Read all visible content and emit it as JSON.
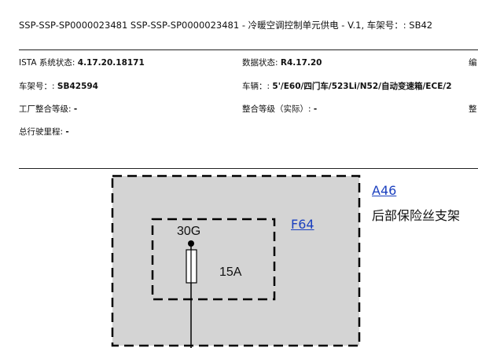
{
  "header": {
    "title": "SSP-SSP-SP0000023481 SSP-SSP-SP0000023481 - 冷暖空调控制单元供电 - V.1, 车架号：: SB42"
  },
  "info": {
    "row1": {
      "ista_label": "ISTA 系统状态: ",
      "ista_value": "4.17.20.18171",
      "data_label": "数据状态: ",
      "data_value": "R4.17.20",
      "col3_label": "编"
    },
    "row2": {
      "vin_label": "车架号：: ",
      "vin_value": "SB42594",
      "vehicle_label": "车辆：: ",
      "vehicle_value": "5'/E60/四门车/523Li/N52/自动变速箱/ECE/2"
    },
    "row3": {
      "factory_label": "工厂整合等级: ",
      "factory_value": "-",
      "actual_label": "整合等级（实际）: ",
      "actual_value": "-",
      "col3_label": "整"
    },
    "row4": {
      "mileage_label": "总行驶里程: ",
      "mileage_value": "-"
    }
  },
  "diagram": {
    "component_a46": {
      "id": "A46",
      "description": "后部保险丝支架"
    },
    "component_f64": {
      "id": "F64"
    },
    "pin_label": "30G",
    "fuse_rating": "15A",
    "colors": {
      "outer_box_fill": "#d4d4d4",
      "inner_box_fill": "#d4d4d4",
      "link": "#1a3fbf",
      "line": "#000000"
    }
  }
}
